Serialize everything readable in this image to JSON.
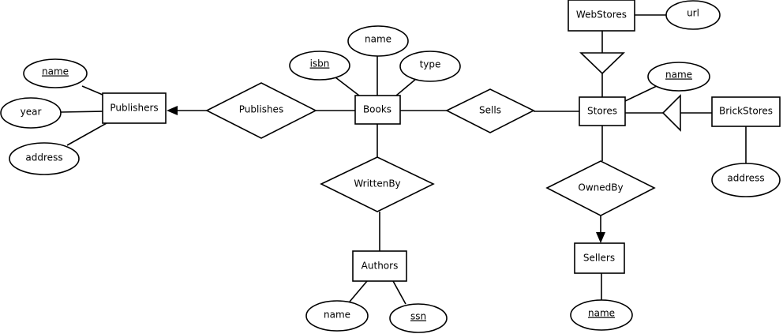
{
  "entities": {
    "publishers": "Publishers",
    "books": "Books",
    "authors": "Authors",
    "stores": "Stores",
    "webstores": "WebStores",
    "brickstores": "BrickStores",
    "sellers": "Sellers"
  },
  "relationships": {
    "publishes": "Publishes",
    "sells": "Sells",
    "writtenby": "WrittenBy",
    "ownedby": "OwnedBy"
  },
  "attributes": {
    "publisher_name": "name",
    "publisher_year": "year",
    "publisher_address": "address",
    "book_isbn": "isbn",
    "book_name": "name",
    "book_type": "type",
    "author_name": "name",
    "author_ssn": "ssn",
    "webstore_url": "url",
    "store_name": "name",
    "brickstore_address": "address",
    "seller_name": "name"
  },
  "colors": {
    "stroke": "#000000",
    "fill": "#ffffff"
  }
}
